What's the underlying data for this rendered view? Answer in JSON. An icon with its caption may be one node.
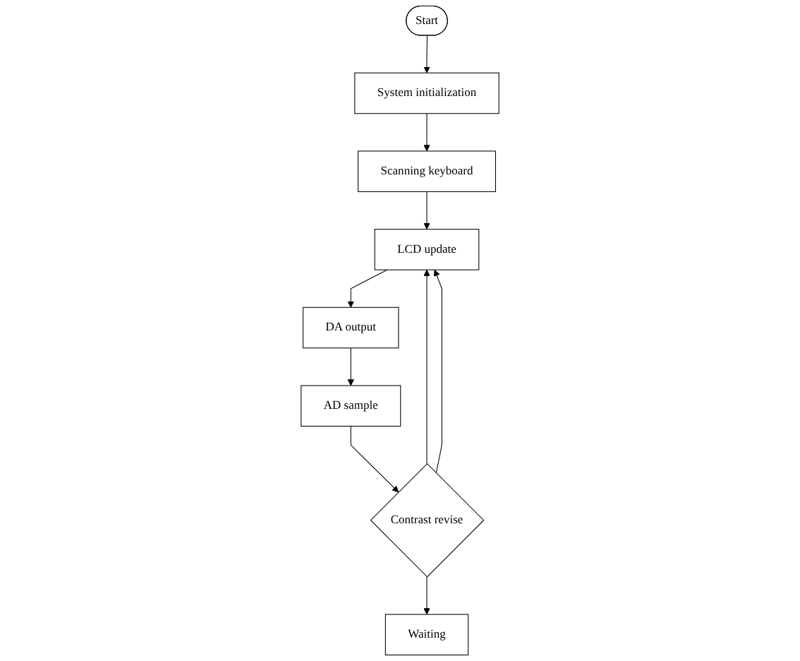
{
  "diagram": {
    "nodes": [
      {
        "text": [
          "Start"
        ]
      },
      {
        "text": [
          "System initialization"
        ]
      },
      {
        "text": [
          "Scanning keyboard"
        ]
      },
      {
        "text": [
          "LCD update"
        ]
      },
      {
        "text": [
          "DA output"
        ]
      },
      {
        "text": [
          "AD sample"
        ]
      },
      {
        "text": [
          "Contrast revise"
        ]
      },
      {
        "text": [
          "Waiting"
        ]
      }
    ],
    "edges": [
      {
        "from": 0,
        "to": 1,
        "arrow": "to"
      },
      {
        "from": 1,
        "to": 2,
        "arrow": "to"
      },
      {
        "from": 2,
        "to": 3,
        "arrow": "to"
      },
      {
        "from": 3,
        "to": 4,
        "arrow": "to"
      },
      {
        "from": 4,
        "to": 5,
        "arrow": "to"
      },
      {
        "from": 5,
        "to": 6,
        "arrow": "to"
      },
      {
        "from": 6,
        "to": 3,
        "arrow": "to"
      },
      {
        "from": 6,
        "to": 7,
        "arrow": "to"
      },
      {
        "from": 6,
        "to": 3,
        "arrow": "to"
      }
    ]
  }
}
